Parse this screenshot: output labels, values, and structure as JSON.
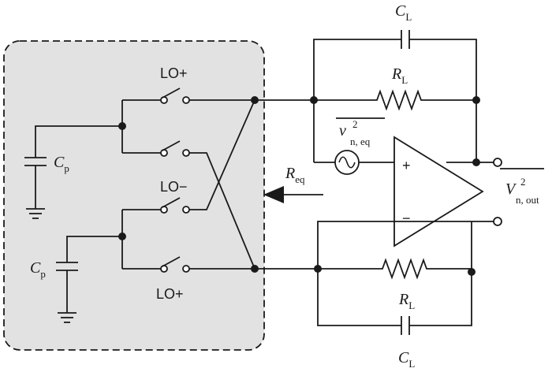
{
  "labels": {
    "cl_top": "C",
    "cl_top_sub": "L",
    "rl_top": "R",
    "rl_top_sub": "L",
    "lo_plus_top": "LO+",
    "lo_minus": "LO−",
    "lo_plus_bottom": "LO+",
    "cp_top": "C",
    "cp_top_sub": "p",
    "cp_bottom": "C",
    "cp_bottom_sub": "p",
    "vn_eq": "v",
    "vn_eq_sup": "2",
    "vn_eq_sub": "n, eq",
    "req": "R",
    "req_sub": "eq",
    "vn_out": "V",
    "vn_out_sup": "2",
    "vn_out_sub": "n, out",
    "opamp_plus": "+",
    "opamp_minus": "−",
    "rl_bottom": "R",
    "rl_bottom_sub": "L",
    "cl_bottom": "C",
    "cl_bottom_sub": "L"
  },
  "colors": {
    "wire": "#1a1a1a",
    "shaded_box": "#e2e2e2"
  },
  "icons": {
    "noise_source": "ac-voltage-source-icon",
    "arrow": "left-arrow-icon"
  }
}
